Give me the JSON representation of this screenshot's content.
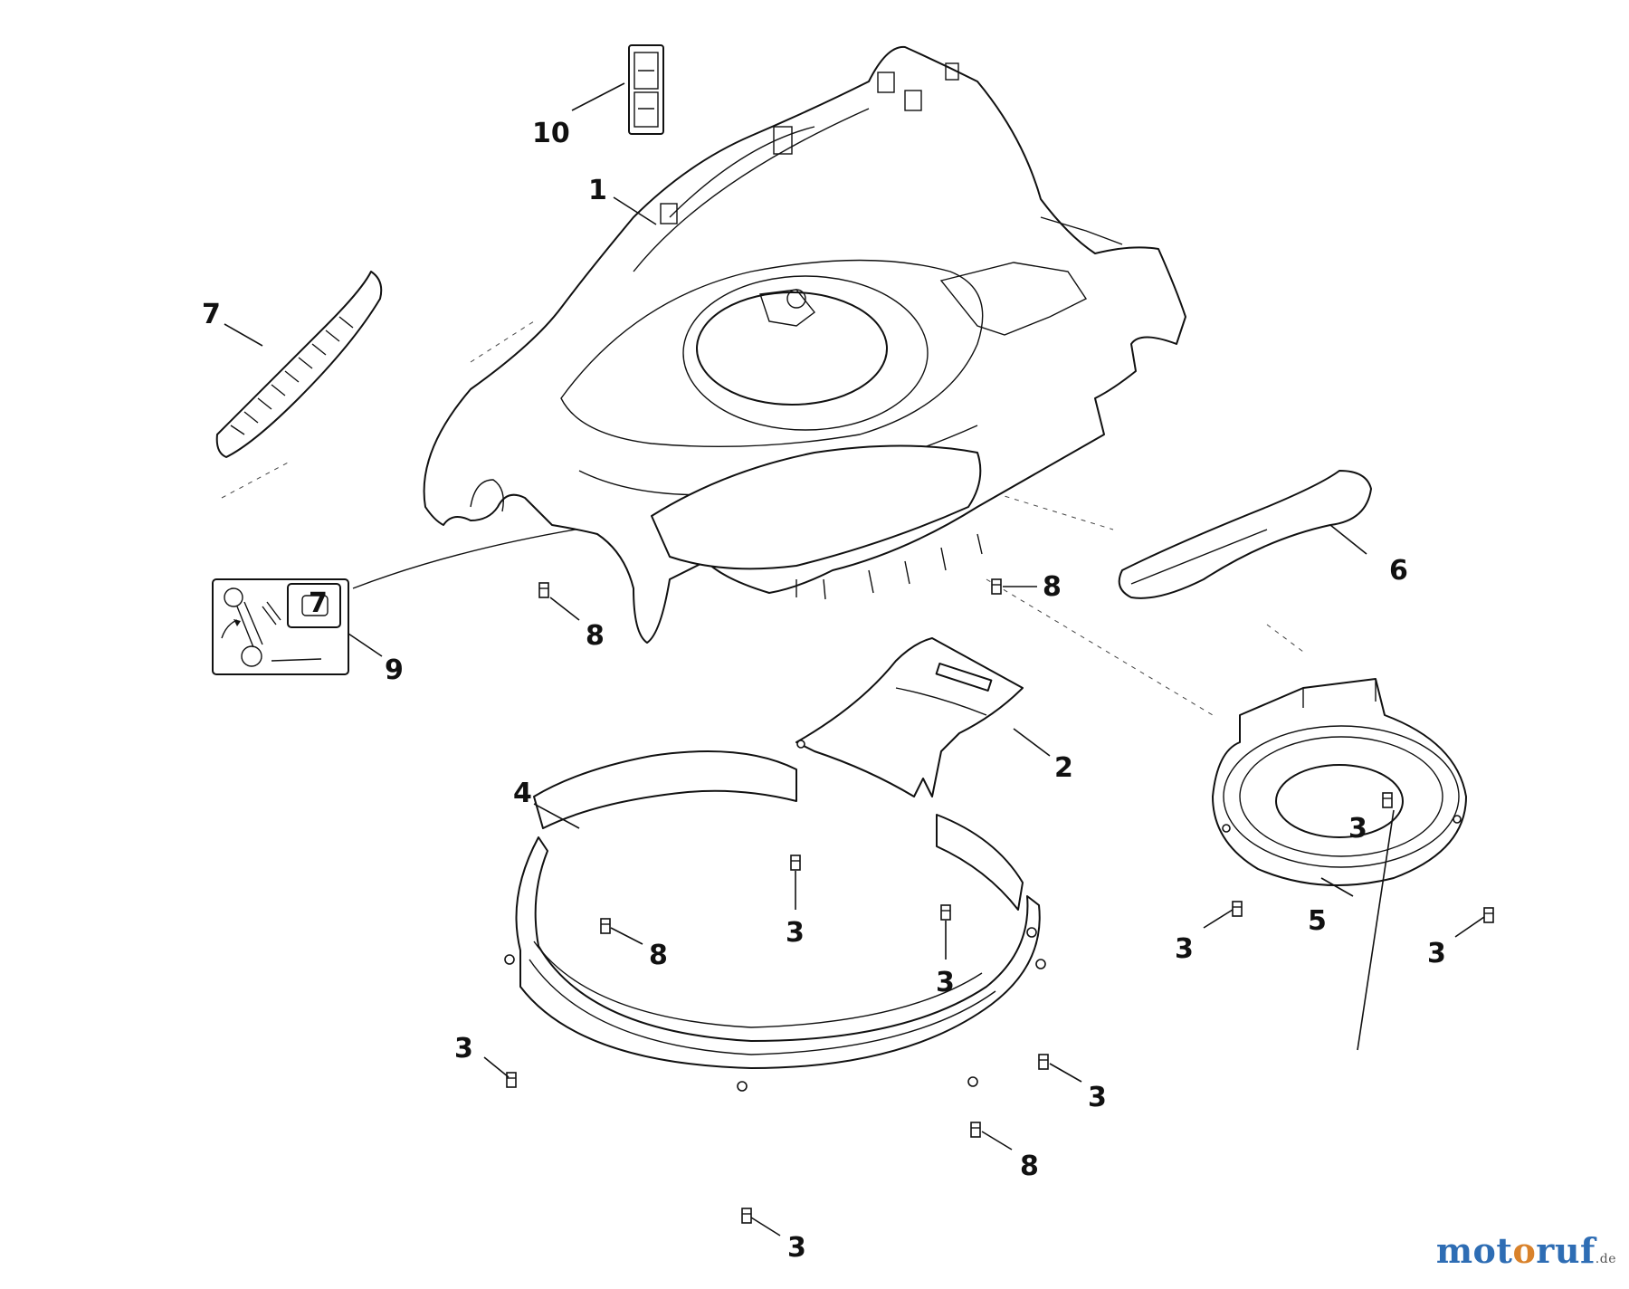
{
  "callouts": {
    "c1": "1",
    "c2": "2",
    "c3a": "3",
    "c3b": "3",
    "c3c": "3",
    "c3d": "3",
    "c3e": "3",
    "c3f": "3",
    "c3g": "3",
    "c3h": "3",
    "c4": "4",
    "c5": "5",
    "c6": "6",
    "c7": "7",
    "c8a": "8",
    "c8b": "8",
    "c8c": "8",
    "c8d": "8",
    "c9": "9",
    "c10": "10"
  },
  "decal_label": "7",
  "watermark": {
    "part1": "mot",
    "part2": "o",
    "part3": "ruf",
    "tld": ".de"
  }
}
